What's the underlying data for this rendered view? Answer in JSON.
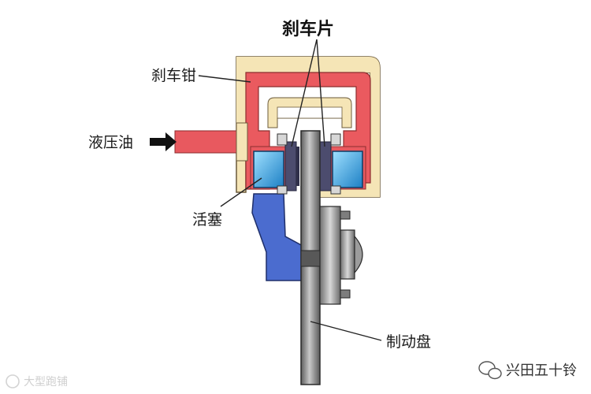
{
  "diagram": {
    "labels": {
      "brake_pad": "刹车片",
      "caliper": "刹车钳",
      "hydraulic_oil": "液压油",
      "piston": "活塞",
      "brake_disc": "制动盘"
    }
  },
  "watermark": {
    "left_text": "大型跑铺",
    "right_text": "兴田五十铃"
  },
  "colors": {
    "caliper_outer": "#f4e3b2",
    "caliper_inner": "#e8595f",
    "piston_blue": "#3aa7e6",
    "mount_blue": "#4262c8",
    "disc_gray": "#9a9a9a"
  }
}
